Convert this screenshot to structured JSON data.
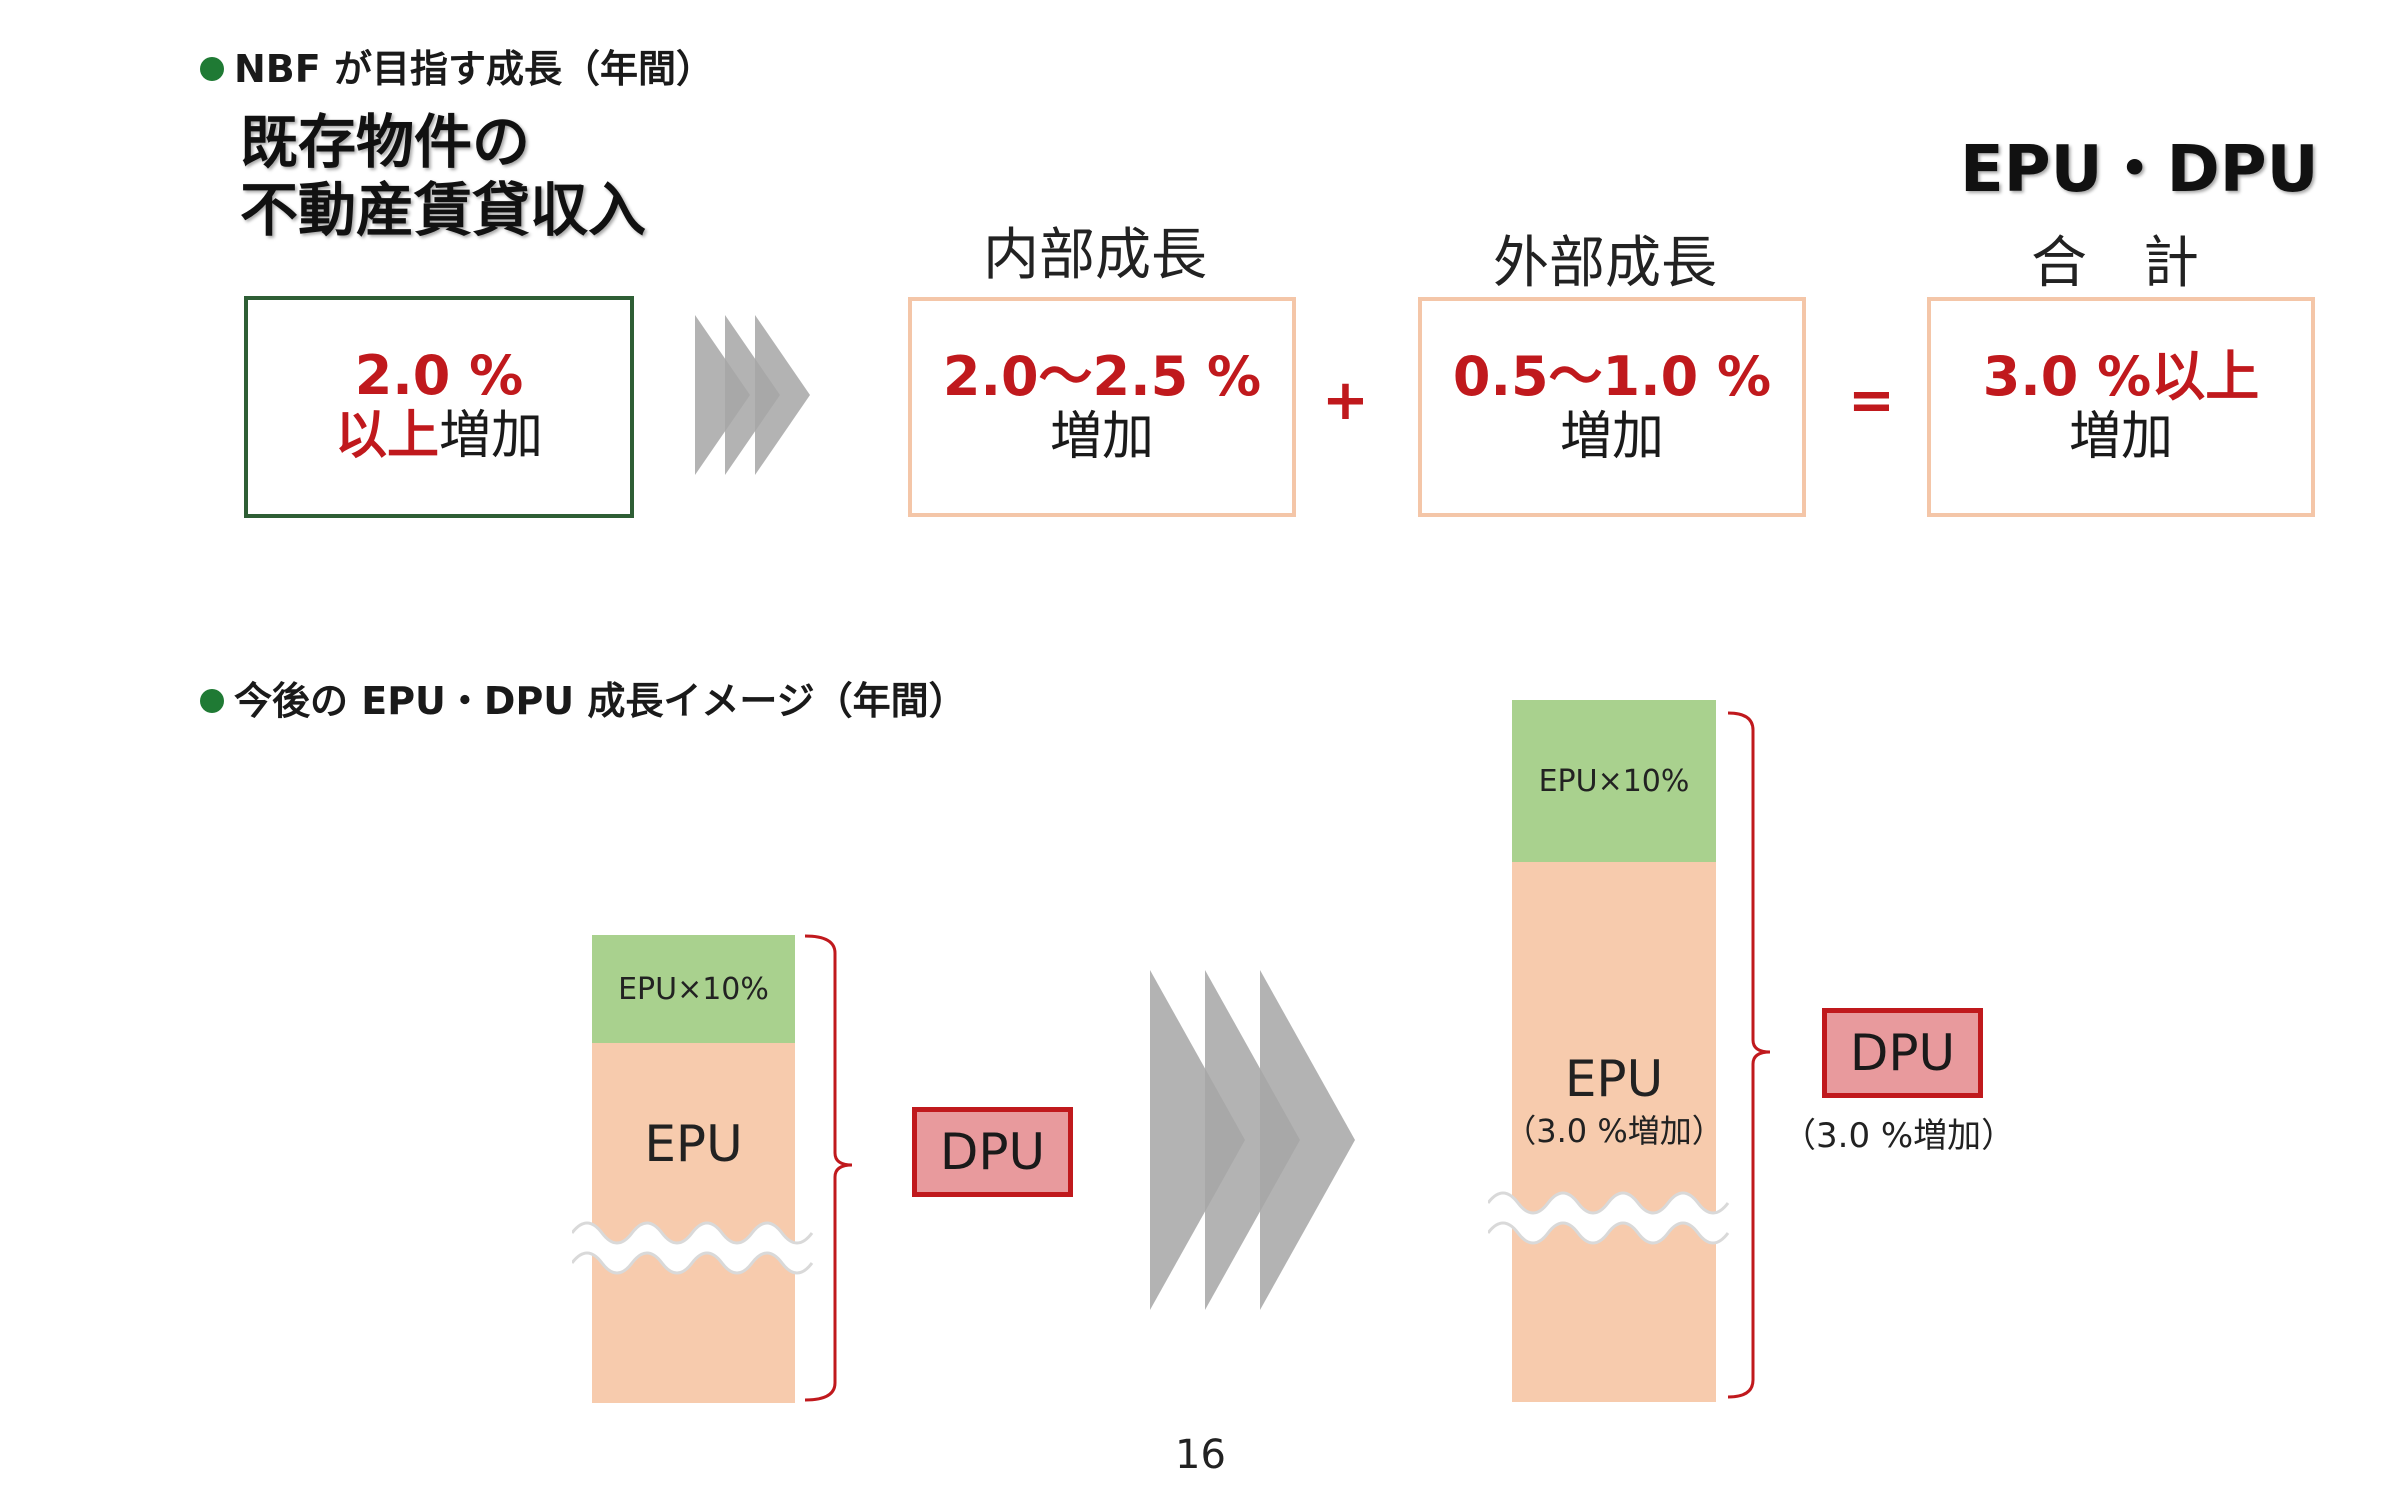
{
  "section1": {
    "title": "NBF が目指す成長（年間）"
  },
  "base": {
    "heading_line1": "既存物件の",
    "heading_line2": "不動産賃貸収入",
    "value": "2.0 %",
    "sub_red": "以上",
    "sub_black": "増加"
  },
  "internal": {
    "header": "内部成長",
    "value": "2.0〜2.5 %",
    "sub": "増加"
  },
  "external": {
    "header": "外部成長",
    "value": "0.5〜1.0 %",
    "sub": "増加"
  },
  "total": {
    "title": "EPU・DPU",
    "header": "合　計",
    "value": "3.0 %以上",
    "sub": "増加"
  },
  "operators": {
    "plus": "+",
    "equals": "="
  },
  "section2": {
    "title": "今後の EPU・DPU 成長イメージ（年間）"
  },
  "left_bar": {
    "top_label": "EPU×10%",
    "main_label": "EPU",
    "dpu_label": "DPU"
  },
  "right_bar": {
    "top_label": "EPU×10%",
    "main_label": "EPU",
    "main_note": "（3.0 %増加）",
    "dpu_label": "DPU",
    "dpu_note": "（3.0 %増加）"
  },
  "page_number": "16",
  "colors": {
    "dark_green": "#1f7a34",
    "red": "#c0191d",
    "peach": "#f7cbad",
    "light_green": "#a9d18e",
    "box_border": "#f4c6a8",
    "dpu_fill": "#e89a9d",
    "chevron_gray": "#a6a6a6"
  }
}
